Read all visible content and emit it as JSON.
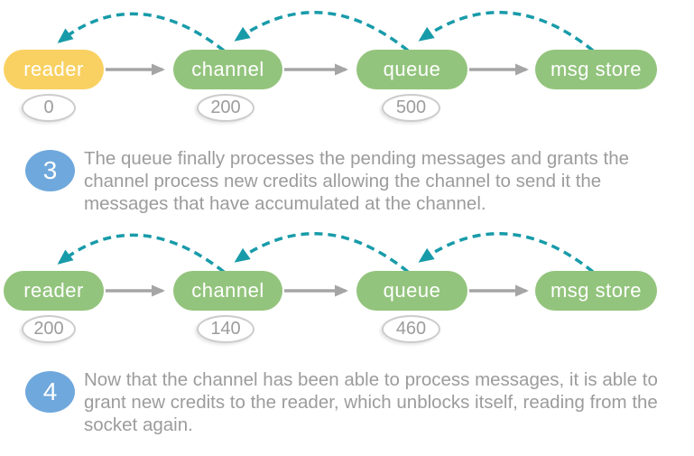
{
  "colors": {
    "node_green": "#93C47D",
    "node_yellow": "#F9D162",
    "credit_arc_teal": "#189BA9",
    "flow_arrow_gray": "#A5A5A5",
    "step_badge_blue": "#6FA8DC",
    "body_text_gray": "#9C9C9C"
  },
  "diagrams": [
    {
      "nodes": [
        {
          "label": "reader",
          "state": "blocked-yellow",
          "credit": "0"
        },
        {
          "label": "channel",
          "state": "green",
          "credit": "200"
        },
        {
          "label": "queue",
          "state": "green",
          "credit": "500"
        },
        {
          "label": "msg store",
          "state": "green",
          "credit": null
        }
      ]
    },
    {
      "nodes": [
        {
          "label": "reader",
          "state": "green",
          "credit": "200"
        },
        {
          "label": "channel",
          "state": "green",
          "credit": "140"
        },
        {
          "label": "queue",
          "state": "green",
          "credit": "460"
        },
        {
          "label": "msg store",
          "state": "green",
          "credit": null
        }
      ]
    }
  ],
  "steps": [
    {
      "number": "3",
      "lines": [
        "The queue finally processes the pending messages and grants the",
        "channel process new credits allowing the channel to send it the",
        "messages that have accumulated at the channel."
      ]
    },
    {
      "number": "4",
      "lines": [
        "Now that the channel has been able to process messages, it is able to",
        "grant new credits to the reader, which unblocks itself, reading from the",
        "socket again."
      ]
    }
  ]
}
